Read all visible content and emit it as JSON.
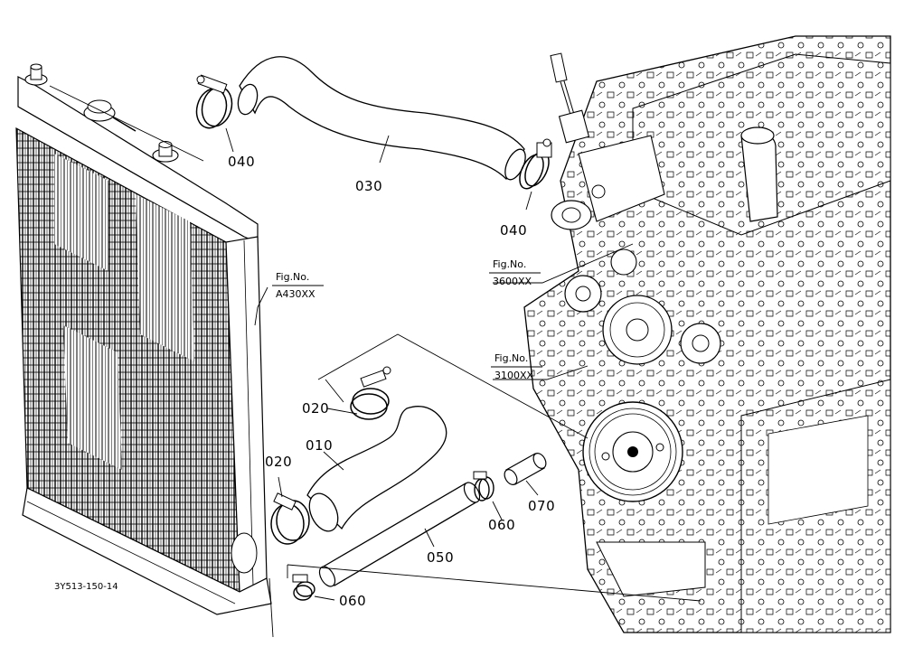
{
  "diagram": {
    "drawing_code": "3Y513-150-14",
    "parts": [
      {
        "id": "p010",
        "label": "010"
      },
      {
        "id": "p020a",
        "label": "020"
      },
      {
        "id": "p020b",
        "label": "020"
      },
      {
        "id": "p030",
        "label": "030"
      },
      {
        "id": "p040a",
        "label": "040"
      },
      {
        "id": "p040b",
        "label": "040"
      },
      {
        "id": "p050",
        "label": "050"
      },
      {
        "id": "p060a",
        "label": "060"
      },
      {
        "id": "p060b",
        "label": "060"
      },
      {
        "id": "p070",
        "label": "070"
      }
    ],
    "fig_refs": [
      {
        "id": "radiator",
        "line1": "Fig.No.",
        "line2": "A430XX"
      },
      {
        "id": "engine_upper",
        "line1": "Fig.No.",
        "line2": "3600XX"
      },
      {
        "id": "engine_lower",
        "line1": "Fig.No.",
        "line2": "3100XX"
      }
    ]
  }
}
